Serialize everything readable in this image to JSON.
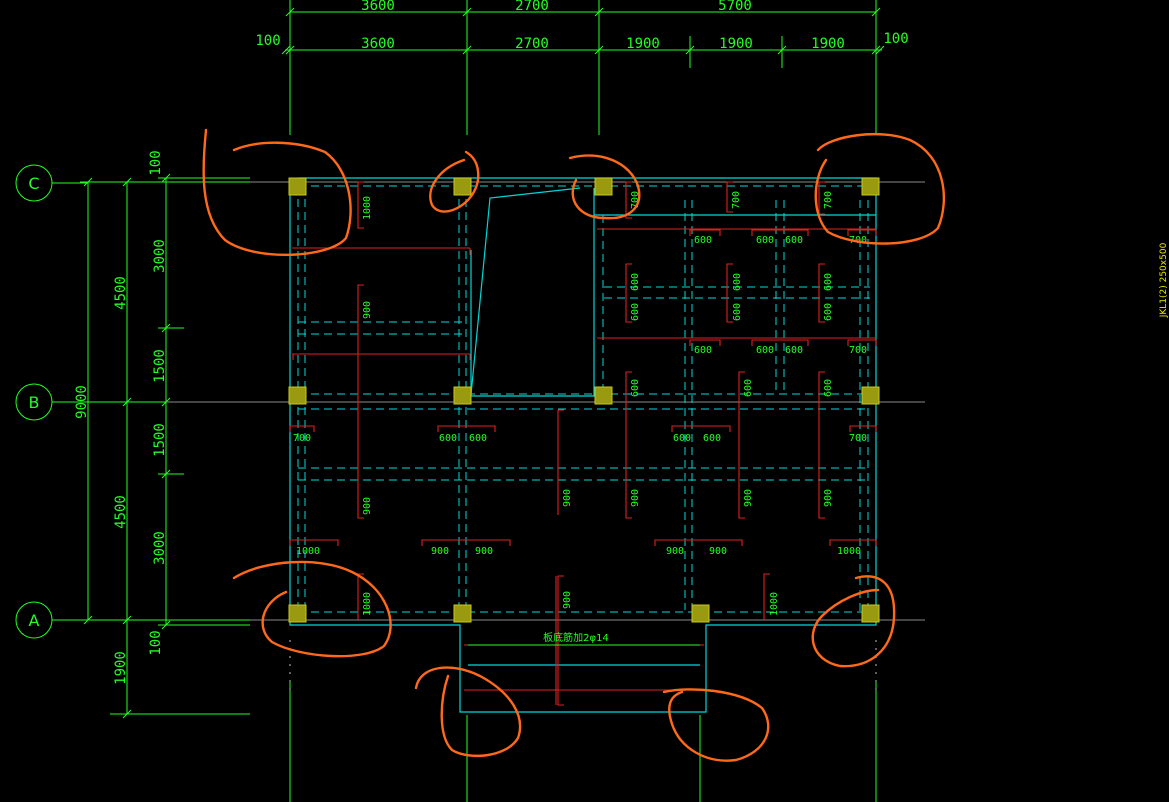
{
  "dims_top_outer": [
    "3600",
    "2700",
    "5700"
  ],
  "dims_top_inner": [
    "100",
    "3600",
    "2700",
    "1900",
    "1900",
    "1900",
    "100"
  ],
  "dims_left": {
    "total": "9000",
    "mid_upper": "4500",
    "mid_lower": "4500",
    "c_offset": "100",
    "seg_3000_upper": "3000",
    "seg_1500_upper": "1500",
    "seg_1500_lower": "1500",
    "seg_3000_lower": "3000",
    "a_offset": "100",
    "bottom": "1900"
  },
  "grid_bubbles": [
    "C",
    "B",
    "A"
  ],
  "beam_labels": {
    "l1000": "1000",
    "l900": "900",
    "l700": "700",
    "l600": "600"
  },
  "annotation": "板底筋加2φ14",
  "side_label": "JKL1(2) 250x500",
  "colors": {
    "background": "#000000",
    "dimension": "#22ff22",
    "outline": "#00d8d8",
    "beam": "#dd2222",
    "column": "#9a9a10",
    "markup": "#ff6a1a",
    "side_text": "#e8e800"
  }
}
